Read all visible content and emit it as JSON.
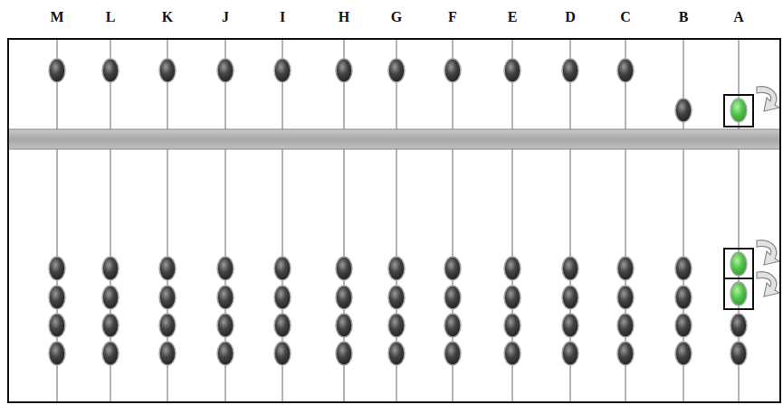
{
  "diagram": {
    "labels": [
      "M",
      "L",
      "K",
      "J",
      "I",
      "H",
      "G",
      "F",
      "E",
      "D",
      "C",
      "B",
      "A"
    ]
  }
}
